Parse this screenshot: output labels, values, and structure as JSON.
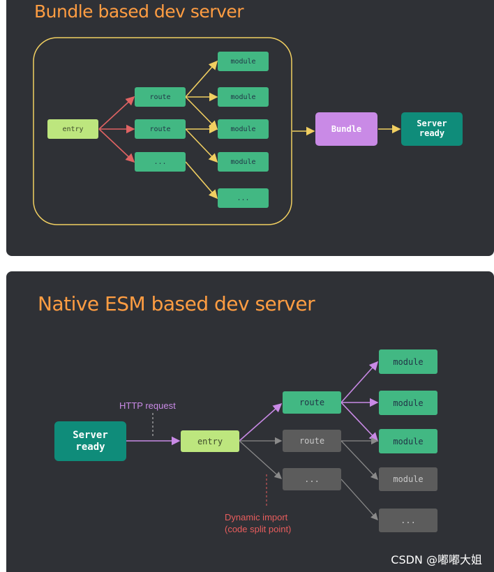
{
  "bundle_diagram": {
    "title": "Bundle based dev server",
    "entry": "entry",
    "routes": [
      "route",
      "route",
      "..."
    ],
    "modules": [
      "module",
      "module",
      "module",
      "module",
      "..."
    ],
    "bundle": "Bundle",
    "server_ready": "Server\nready"
  },
  "esm_diagram": {
    "title": "Native ESM based dev server",
    "server_ready": "Server\nready",
    "http_request": "HTTP request",
    "entry": "entry",
    "routes": [
      "route",
      "route",
      "..."
    ],
    "modules": [
      "module",
      "module",
      "module",
      "module",
      "..."
    ],
    "dynamic_import": "Dynamic import\n(code split point)"
  },
  "watermark": "CSDN @嘟嘟大姐",
  "colors": {
    "panel_bg": "#2f3136",
    "title": "#ff9d42",
    "module_green": "#42b883",
    "entry_lime": "#bde67e",
    "bundle_purple": "#c98ae6",
    "server_teal": "#0f8c7a",
    "inactive_gray": "#5c5c5c",
    "arrow_red": "#e06363",
    "arrow_yellow": "#f1cf61",
    "arrow_purple": "#c98ae6",
    "dynamic_label": "#e85d5d"
  }
}
